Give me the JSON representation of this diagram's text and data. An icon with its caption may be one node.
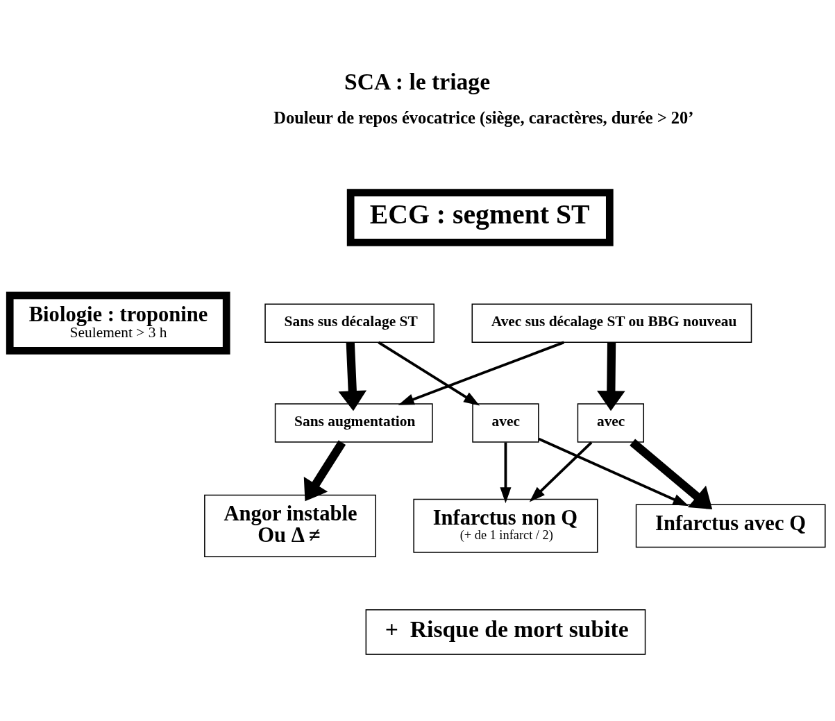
{
  "diagram": {
    "title": "SCA : le triage",
    "nodes": [
      {
        "text": [
          "ECG : segment ST"
        ]
      },
      {
        "text": [
          "Sans sus décalage ST"
        ]
      },
      {
        "text": [
          "Avec sus décalage ST ou BBG nouveau"
        ]
      },
      {
        "text": [
          "Biologie : troponine",
          "Seulement > 3 h"
        ]
      },
      {
        "text": [
          "Sans augmentation"
        ]
      },
      {
        "text": [
          "avec"
        ]
      },
      {
        "text": [
          "avec"
        ]
      },
      {
        "text": [
          "Angor instable",
          "Ou Δ ≠"
        ]
      },
      {
        "text": [
          "Infarctus non Q",
          "(+ de 1 infarct / 2)"
        ]
      },
      {
        "text": [
          "Infarctus avec Q"
        ]
      },
      {
        "text": [
          "+  Risque de mort subite"
        ]
      }
    ],
    "edges": [
      {
        "from": 1,
        "to": 4,
        "arrow": "to",
        "style": "thick"
      },
      {
        "from": 1,
        "to": 5,
        "arrow": "to"
      },
      {
        "from": 2,
        "to": 4,
        "arrow": "to"
      },
      {
        "from": 2,
        "to": 6,
        "arrow": "to",
        "style": "thick"
      },
      {
        "from": 4,
        "to": 7,
        "arrow": "to",
        "style": "thick"
      },
      {
        "from": 5,
        "to": 8,
        "arrow": "to"
      },
      {
        "from": 5,
        "to": 9,
        "arrow": "to"
      },
      {
        "from": 6,
        "to": 8,
        "arrow": "to"
      },
      {
        "from": 6,
        "to": 9,
        "arrow": "to",
        "style": "thick"
      }
    ],
    "labels": [
      "Douleur de repos évocatrice (siège, caractères, durée > 20’"
    ]
  }
}
